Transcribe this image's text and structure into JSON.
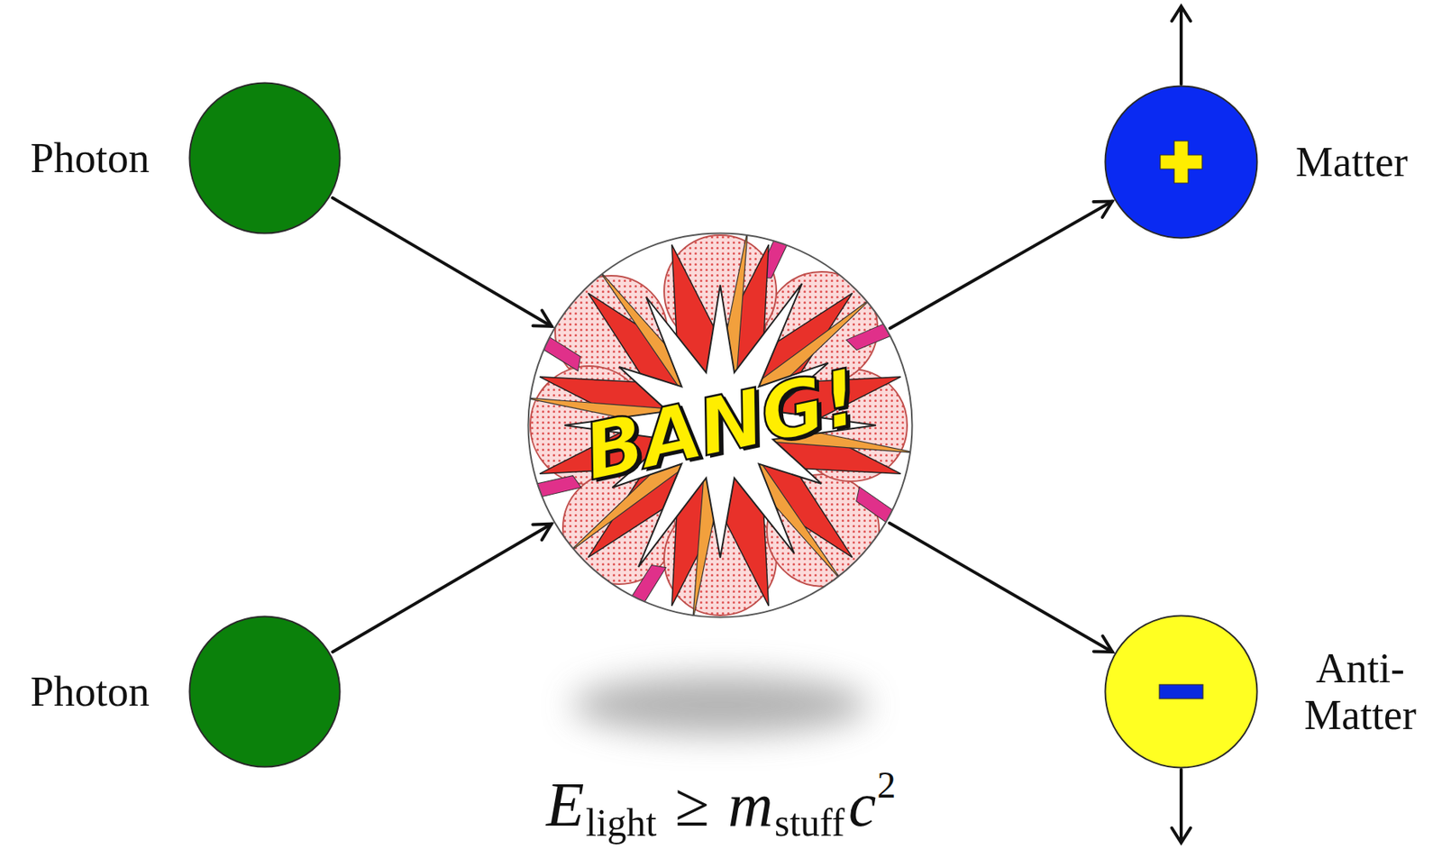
{
  "diagram": {
    "nodes": [
      {
        "text": [
          "Photon"
        ]
      },
      {
        "text": [
          "Photon"
        ]
      },
      {
        "text": [
          "BANG!"
        ]
      },
      {
        "text": [
          "Matter"
        ]
      },
      {
        "text": [
          "Anti- Matter"
        ]
      }
    ],
    "edges": [
      {
        "from": 0,
        "to": 2,
        "arrow": "to"
      },
      {
        "from": 1,
        "to": 2,
        "arrow": "to"
      },
      {
        "from": 2,
        "to": 3,
        "arrow": "to"
      },
      {
        "from": 2,
        "to": 4,
        "arrow": "to"
      }
    ],
    "labels": [
      "E",
      "light",
      "≥",
      "m",
      "stuff",
      "c",
      "2"
    ]
  }
}
